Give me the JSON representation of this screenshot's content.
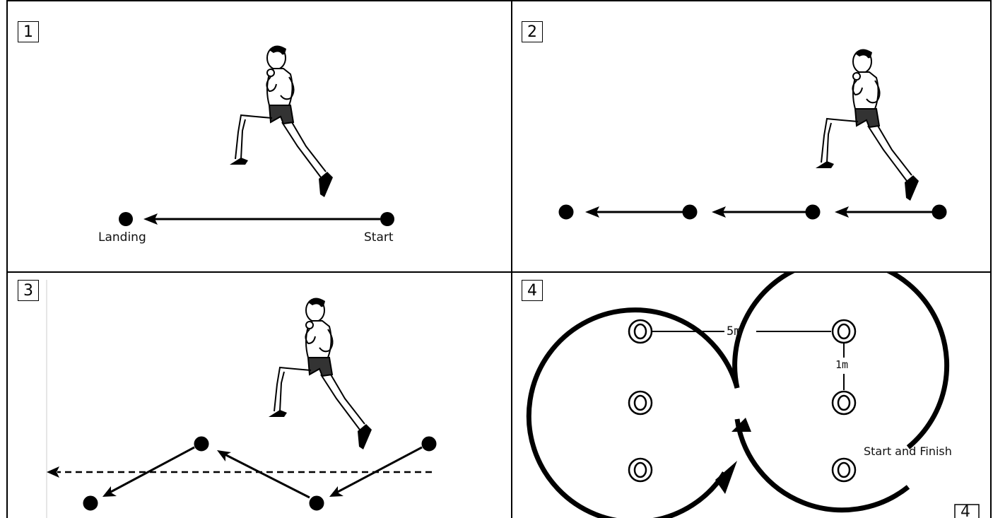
{
  "panels": [
    {
      "number": "1",
      "labels": {
        "landing": "Landing",
        "start": "Start"
      }
    },
    {
      "number": "2"
    },
    {
      "number": "3"
    },
    {
      "number": "4",
      "labels": {
        "distance_5m": "5m",
        "distance_1m": "1m",
        "start_finish": "Start and Finish"
      },
      "corner_number": "4"
    }
  ],
  "icons": {
    "runner": "runner-figure",
    "cone": "cone-marker",
    "dot": "marker-dot"
  }
}
